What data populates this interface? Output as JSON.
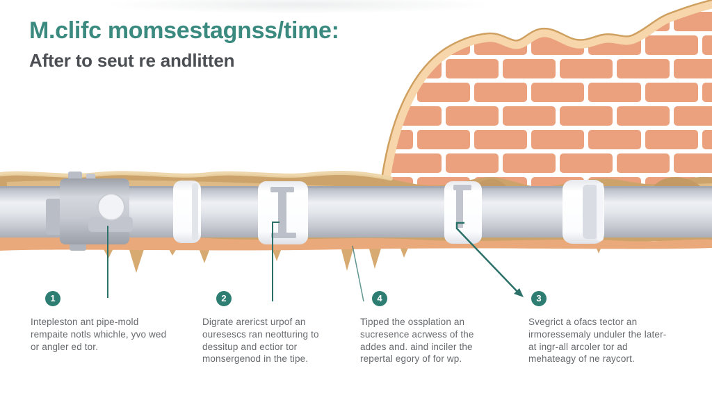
{
  "header": {
    "title": "M.clifc momsestagnss/time:",
    "subtitle": "After to seut re andlitten"
  },
  "steps": [
    {
      "number": "1",
      "text": "Intepleston ant pipe-mold rempaite notls whichle, yvo wed or angler ed tor."
    },
    {
      "number": "2",
      "text": "Digrate arericst urpof an ouresescs ran neotturing to dessitup and ectior tor monsergenod in the tipe."
    },
    {
      "number": "4",
      "text": "Tipped the ossplation an sucresence acrwess of the addes and. aind inciler the repertal egory of for wp."
    },
    {
      "number": "3",
      "text": "Svegrict a ofacs tector an irmoressemaly unduler the later-at ingr-all arcoler tor ad mehateagy of ne raycort."
    }
  ],
  "palette": {
    "accent_teal": "#2e7d73",
    "title_teal": "#3a8a80",
    "subtitle_gray": "#4b4e52",
    "body_gray": "#66696d",
    "brick": "#eba17d",
    "mortar": "#ffffff",
    "wall_border_cream": "#f6d6aa",
    "soil_tan": "#cba36b",
    "soil_peach": "#e9a97b",
    "pipe_gray": "#d2d5db",
    "coupling_white": "#fdfdfe",
    "callout_line_teal": "#2c7169"
  }
}
